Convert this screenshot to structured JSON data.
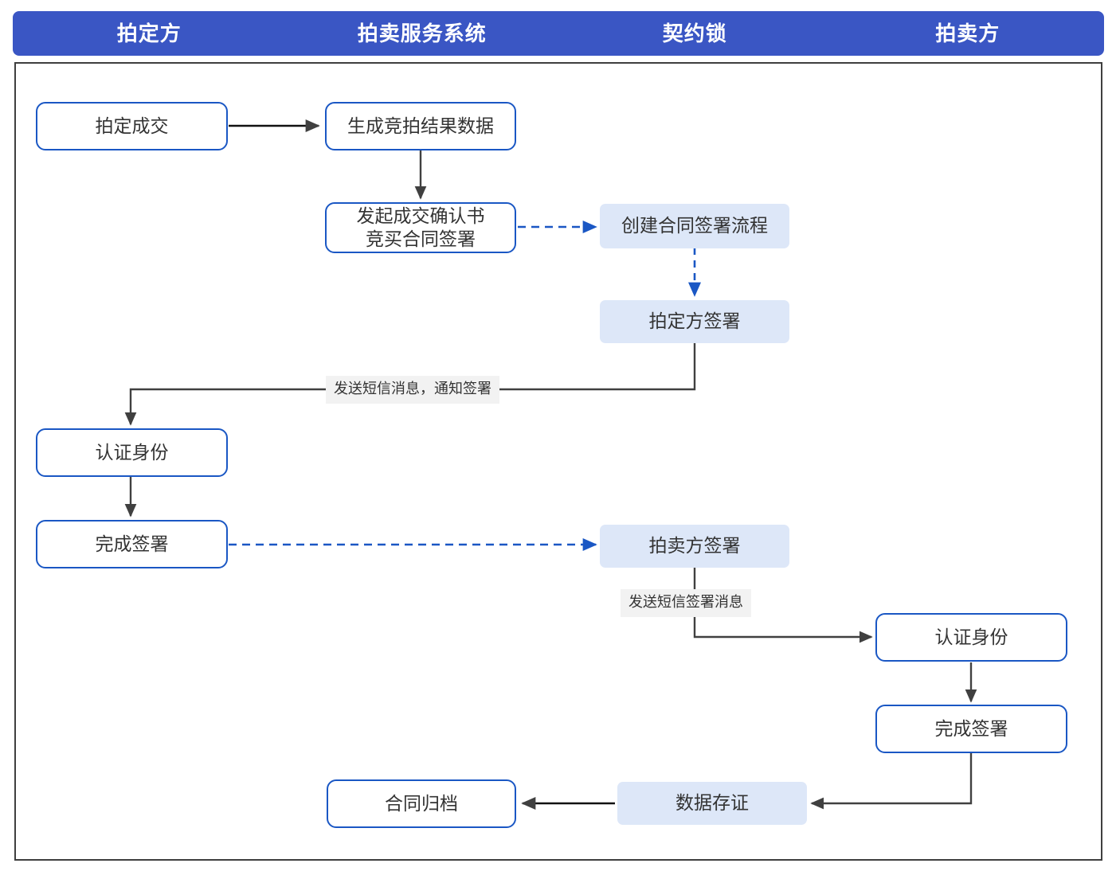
{
  "diagram": {
    "kind": "swimlane-flowchart",
    "colors": {
      "lane_header_bg": "#3a56c4",
      "lane_header_text": "#ffffff",
      "outlined_node_border": "#1a57c4",
      "outlined_node_bg": "#ffffff",
      "filled_node_bg": "#dde7f8",
      "node_text": "#333333",
      "solid_arrow": "#404040",
      "dashed_arrow": "#1a57c4",
      "frame_border": "#3f3f3f",
      "edge_label_bg": "#f2f2f2"
    },
    "lanes": [
      {
        "id": "lane-bidder",
        "label": "拍定方"
      },
      {
        "id": "lane-auction-system",
        "label": "拍卖服务系统"
      },
      {
        "id": "lane-qiyuesuo",
        "label": "契约锁"
      },
      {
        "id": "lane-auctioneer",
        "label": "拍卖方"
      }
    ],
    "nodes": [
      {
        "id": "node-deal-confirmed",
        "label": "拍定成交",
        "lane": "lane-bidder",
        "style": "outlined"
      },
      {
        "id": "node-generate-result-data",
        "label": "生成竞拍结果数据",
        "lane": "lane-auction-system",
        "style": "outlined"
      },
      {
        "id": "node-initiate-contract",
        "label": "发起成交确认书\n竞买合同签署",
        "lane": "lane-auction-system",
        "style": "outlined"
      },
      {
        "id": "node-create-sign-flow",
        "label": "创建合同签署流程",
        "lane": "lane-qiyuesuo",
        "style": "filled"
      },
      {
        "id": "node-bidder-sign",
        "label": "拍定方签署",
        "lane": "lane-qiyuesuo",
        "style": "filled"
      },
      {
        "id": "node-bidder-verify-identity",
        "label": "认证身份",
        "lane": "lane-bidder",
        "style": "outlined"
      },
      {
        "id": "node-bidder-complete-sign",
        "label": "完成签署",
        "lane": "lane-bidder",
        "style": "outlined"
      },
      {
        "id": "node-auctioneer-sign",
        "label": "拍卖方签署",
        "lane": "lane-qiyuesuo",
        "style": "filled"
      },
      {
        "id": "node-auctioneer-verify-identity",
        "label": "认证身份",
        "lane": "lane-auctioneer",
        "style": "outlined"
      },
      {
        "id": "node-auctioneer-complete-sign",
        "label": "完成签署",
        "lane": "lane-auctioneer",
        "style": "outlined"
      },
      {
        "id": "node-data-evidence",
        "label": "数据存证",
        "lane": "lane-qiyuesuo",
        "style": "filled"
      },
      {
        "id": "node-contract-archive",
        "label": "合同归档",
        "lane": "lane-auction-system",
        "style": "outlined"
      }
    ],
    "edges": [
      {
        "id": "edge-deal-to-generate",
        "from": "node-deal-confirmed",
        "to": "node-generate-result-data",
        "line": "solid",
        "label": ""
      },
      {
        "id": "edge-generate-to-initiate",
        "from": "node-generate-result-data",
        "to": "node-initiate-contract",
        "line": "solid",
        "label": ""
      },
      {
        "id": "edge-initiate-to-create-flow",
        "from": "node-initiate-contract",
        "to": "node-create-sign-flow",
        "line": "dashed",
        "label": ""
      },
      {
        "id": "edge-create-flow-to-bidder-sign",
        "from": "node-create-sign-flow",
        "to": "node-bidder-sign",
        "line": "dashed",
        "label": ""
      },
      {
        "id": "edge-bidder-sign-to-verify",
        "from": "node-bidder-sign",
        "to": "node-bidder-verify-identity",
        "line": "solid",
        "label": "发送短信消息，通知签署"
      },
      {
        "id": "edge-verify-to-complete",
        "from": "node-bidder-verify-identity",
        "to": "node-bidder-complete-sign",
        "line": "solid",
        "label": ""
      },
      {
        "id": "edge-complete-to-auctioneer-sign",
        "from": "node-bidder-complete-sign",
        "to": "node-auctioneer-sign",
        "line": "dashed",
        "label": ""
      },
      {
        "id": "edge-auctioneer-sign-to-verify",
        "from": "node-auctioneer-sign",
        "to": "node-auctioneer-verify-identity",
        "line": "solid",
        "label": "发送短信签署消息"
      },
      {
        "id": "edge-auctioneer-verify-to-complete",
        "from": "node-auctioneer-verify-identity",
        "to": "node-auctioneer-complete-sign",
        "line": "solid",
        "label": ""
      },
      {
        "id": "edge-auctioneer-complete-to-evidence",
        "from": "node-auctioneer-complete-sign",
        "to": "node-data-evidence",
        "line": "solid",
        "label": ""
      },
      {
        "id": "edge-evidence-to-archive",
        "from": "node-data-evidence",
        "to": "node-contract-archive",
        "line": "solid",
        "label": ""
      }
    ],
    "edge_labels": [
      {
        "id": "label-sms-notify-sign",
        "text": "发送短信消息，通知签署"
      },
      {
        "id": "label-sms-sign-message",
        "text": "发送短信签署消息"
      }
    ]
  }
}
